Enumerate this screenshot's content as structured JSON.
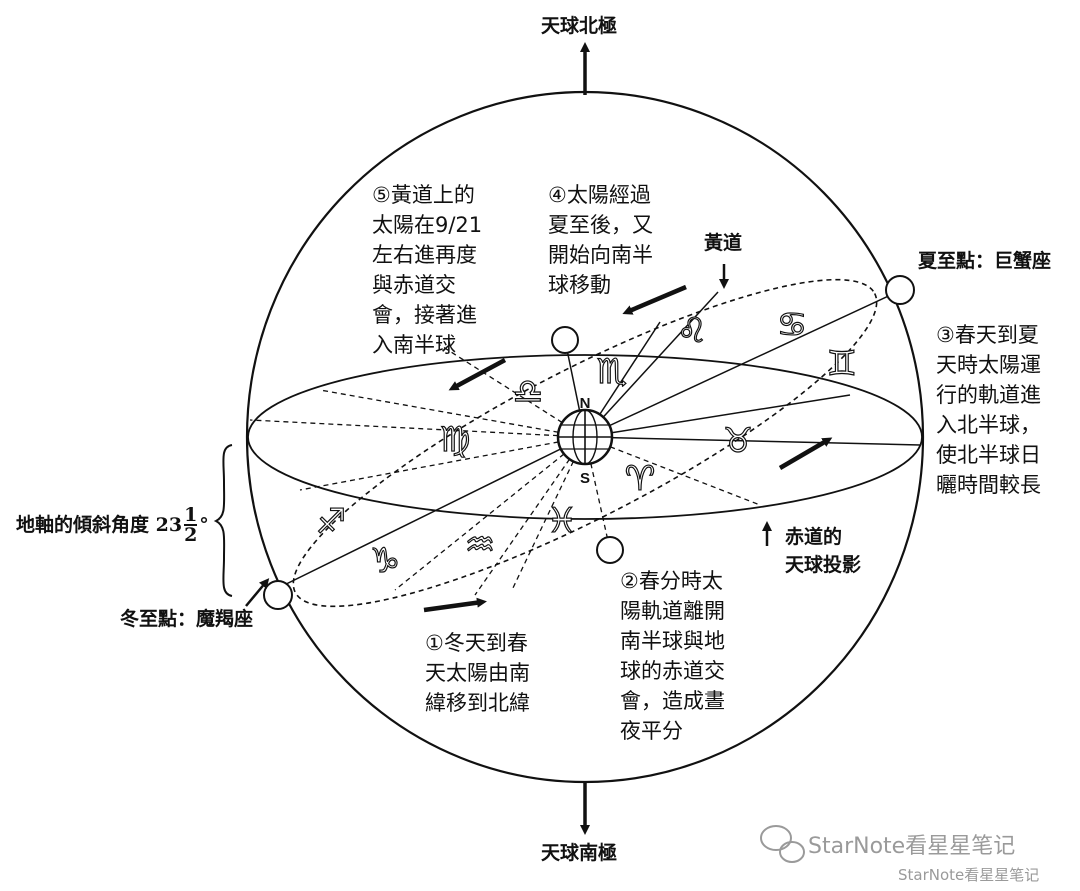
{
  "poles": {
    "north": "天球北極",
    "south": "天球南極"
  },
  "labels": {
    "ecliptic": "黃道",
    "summer_solstice": "夏至點：巨蟹座",
    "winter_solstice": "冬至點：魔羯座",
    "equator_projection": [
      "赤道的",
      "天球投影"
    ],
    "axis_tilt_prefix": "地軸的傾斜角度 23",
    "axis_tilt_num": "1",
    "axis_tilt_den": "2",
    "axis_tilt_suffix": "°",
    "north_mark": "N",
    "south_mark": "S"
  },
  "notes": {
    "n1": [
      "①冬天到春",
      "天太陽由南",
      "緯移到北緯"
    ],
    "n2": [
      "②春分時太",
      "陽軌道離開",
      "南半球與地",
      "球的赤道交",
      "會，造成晝",
      "夜平分"
    ],
    "n3": [
      "③春天到夏",
      "天時太陽運",
      "行的軌道進",
      "入北半球，",
      "使北半球日",
      "曬時間較長"
    ],
    "n4": [
      "④太陽經過",
      "夏至後，又",
      "開始向南半",
      "球移動"
    ],
    "n5": [
      "⑤黃道上的",
      "太陽在9/21",
      "左右進再度",
      "與赤道交",
      "會，接著進",
      "入南半球"
    ]
  },
  "zodiac": {
    "cancer": "♋",
    "gemini": "♊",
    "taurus": "♉",
    "aries": "♈",
    "pisces": "♓",
    "aquarius": "♒",
    "capricorn": "♑",
    "sagittarius": "♐",
    "virgo": "♍",
    "libra": "♎",
    "leo": "♌",
    "scorpio": "♏"
  },
  "watermark": {
    "main": "StarNote看星星笔记",
    "sub": "StarNote看星星笔记"
  }
}
